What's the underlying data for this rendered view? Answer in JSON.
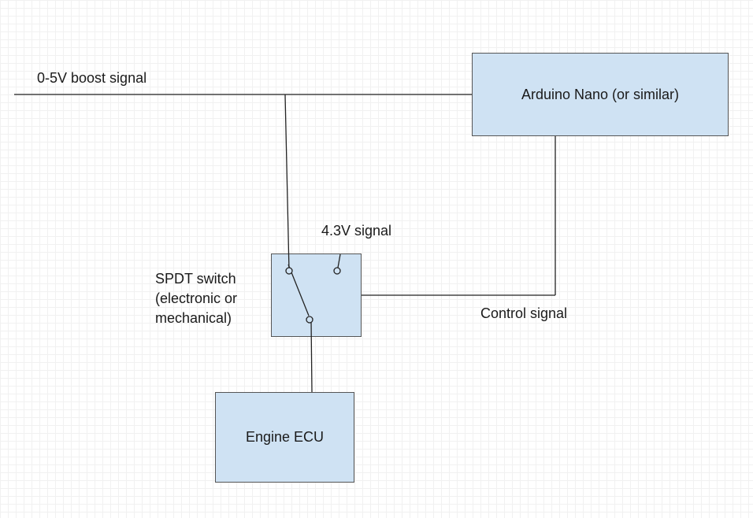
{
  "blocks": {
    "arduino": "Arduino Nano (or similar)",
    "ecu": "Engine ECU"
  },
  "labels": {
    "boost_signal": "0-5V boost signal",
    "v43_signal": "4.3V signal",
    "switch_line1": "SPDT switch",
    "switch_line2": "(electronic or",
    "switch_line3": "mechanical)",
    "control_signal": "Control signal"
  },
  "colors": {
    "block_fill": "#cfe2f3",
    "block_border": "#555555",
    "wire": "#222222",
    "background": "#ffffff",
    "grid": "#f1f1f1"
  }
}
